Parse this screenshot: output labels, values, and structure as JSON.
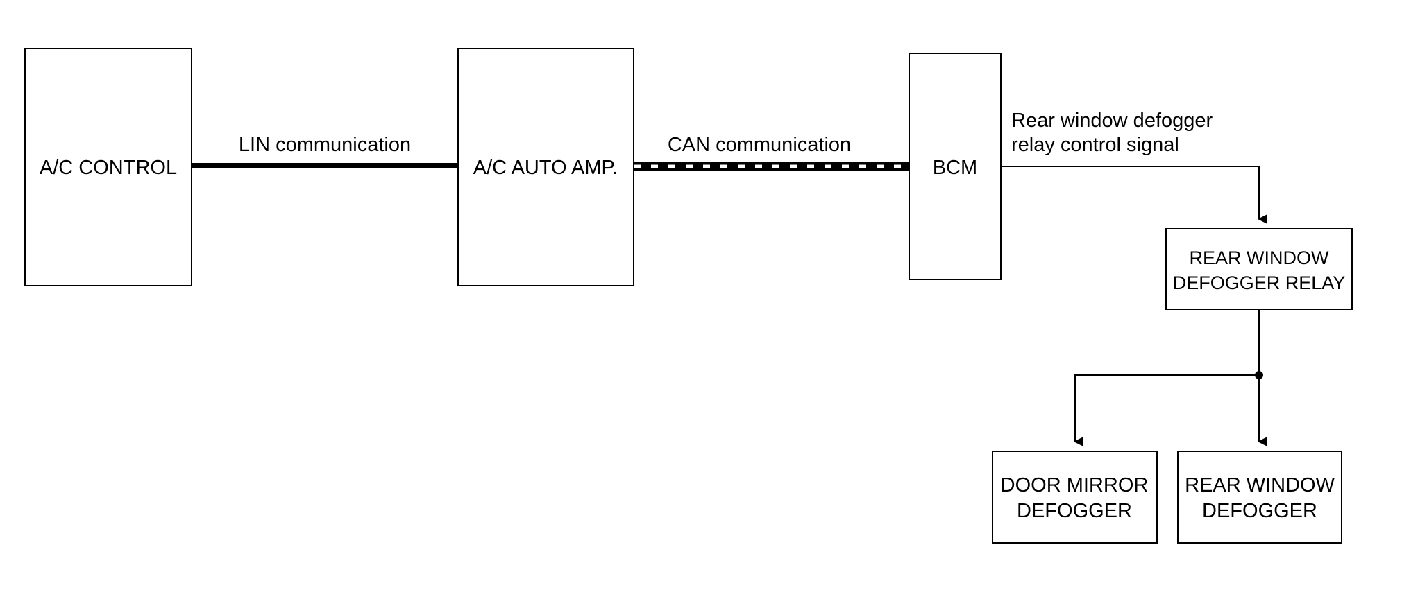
{
  "blocks": {
    "ac_control": "A/C CONTROL",
    "ac_auto_amp": "A/C AUTO AMP.",
    "bcm": "BCM",
    "rear_window_defogger_relay": [
      "REAR WINDOW",
      "DEFOGGER RELAY"
    ],
    "door_mirror_defogger": [
      "DOOR MIRROR",
      "DEFOGGER"
    ],
    "rear_window_defogger": [
      "REAR WINDOW",
      "DEFOGGER"
    ]
  },
  "connections": {
    "lin": "LIN communication",
    "can": "CAN communication",
    "relay_signal": [
      "Rear window defogger",
      "relay control signal"
    ]
  },
  "colors": {
    "line": "#000000",
    "background": "#ffffff"
  }
}
